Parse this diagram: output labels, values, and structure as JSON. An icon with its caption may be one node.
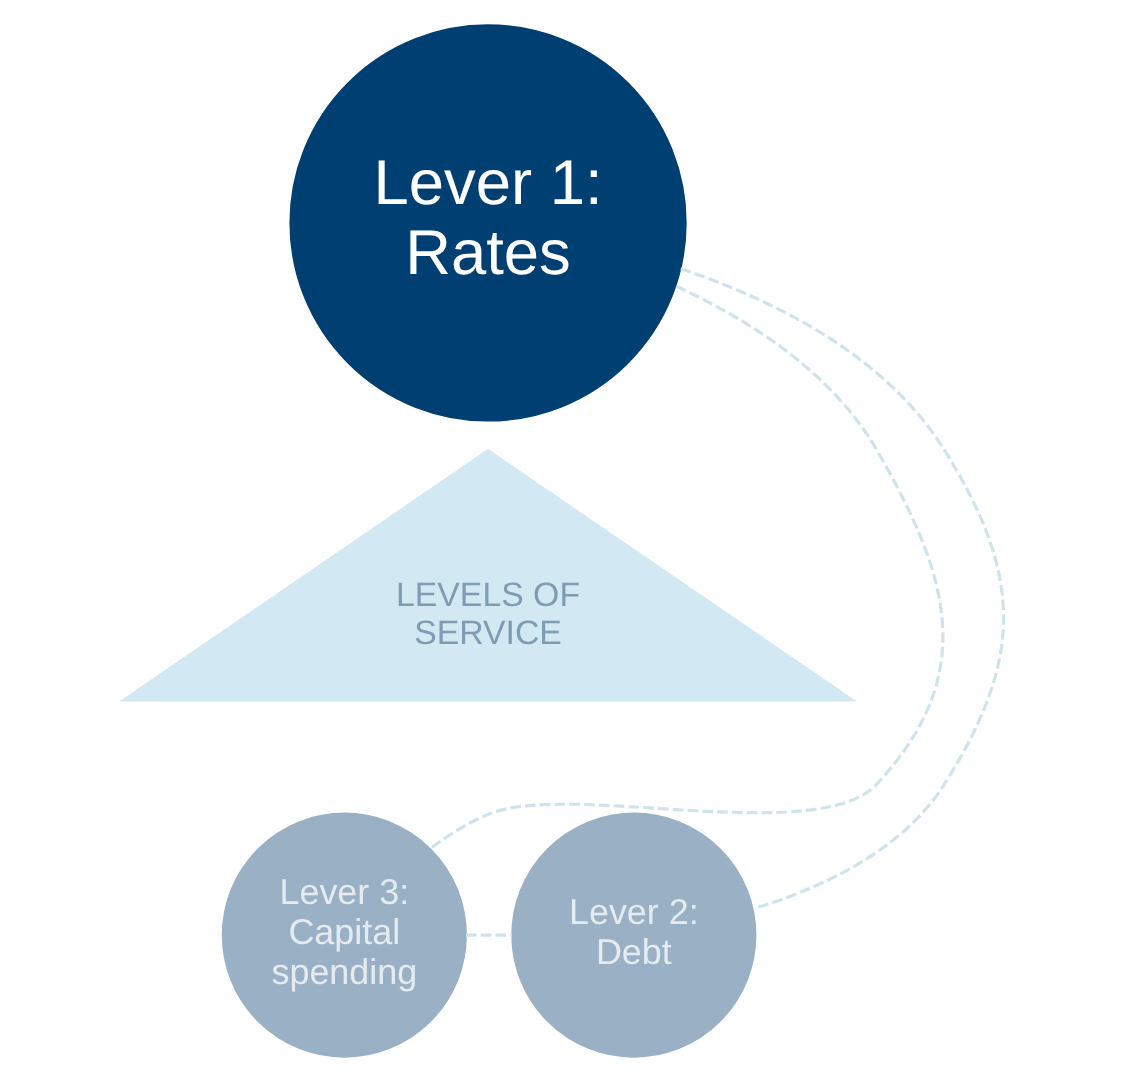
{
  "diagram": {
    "nodes": [
      {
        "text": [
          "Lever 1: Rates"
        ]
      },
      {
        "text": [
          "LEVELS OF SERVICE"
        ]
      },
      {
        "text": [
          "Lever 3: Capital spending"
        ]
      },
      {
        "text": [
          "Lever 2: Debt"
        ]
      }
    ],
    "edges": [
      {
        "from": 0,
        "to": 2,
        "arrow": "none",
        "style": "dashed"
      },
      {
        "from": 0,
        "to": 3,
        "arrow": "none",
        "style": "dashed"
      },
      {
        "from": 2,
        "to": 3,
        "arrow": "none",
        "style": "dashed"
      }
    ]
  }
}
